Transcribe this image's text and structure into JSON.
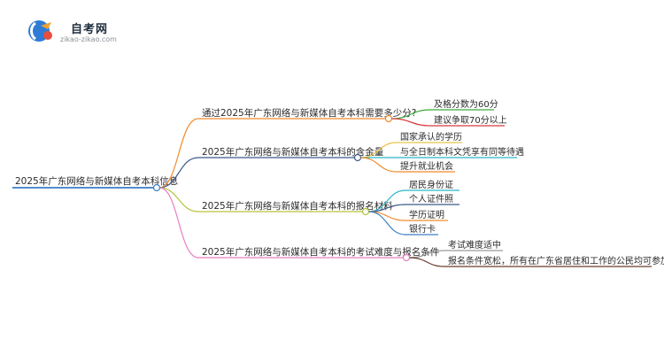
{
  "brand": {
    "name": "自考网",
    "url": "zikao-zikao.com"
  },
  "root": {
    "label": "2025年广东网络与新媒体自考本科信息",
    "color": "#3a7ec4"
  },
  "branches": [
    {
      "label": "通过2025年广东网络与新媒体自考本科需要多少分?",
      "color": "#f08a2c",
      "children": [
        {
          "label": "及格分数为60分",
          "color": "#3aaa3a"
        },
        {
          "label": "建议争取70分以上",
          "color": "#d83b3b"
        }
      ]
    },
    {
      "label": "2025年广东网络与新媒体自考本科的含金量",
      "color": "#3b5a8c",
      "children": [
        {
          "label": "国家承认的学历",
          "color": "#e8c548"
        },
        {
          "label": "与全日制本科文凭享有同等待遇",
          "color": "#27b8c8"
        },
        {
          "label": "提升就业机会",
          "color": "#f08a2c"
        }
      ]
    },
    {
      "label": "2025年广东网络与新媒体自考本科的报名材料",
      "color": "#b6c43a",
      "children": [
        {
          "label": "居民身份证",
          "color": "#27b8c8"
        },
        {
          "label": "个人证件照",
          "color": "#3b5a8c"
        },
        {
          "label": "学历证明",
          "color": "#f08a2c"
        },
        {
          "label": "银行卡",
          "color": "#3a7ec4"
        }
      ]
    },
    {
      "label": "2025年广东网络与新媒体自考本科的考试难度与报名条件",
      "color": "#e87fc0",
      "children": [
        {
          "label": "考试难度适中",
          "color": "#9a9a9a"
        },
        {
          "label": "报名条件宽松，所有在广东省居住和工作的公民均可参加",
          "color": "#6b3a2c"
        }
      ]
    }
  ]
}
